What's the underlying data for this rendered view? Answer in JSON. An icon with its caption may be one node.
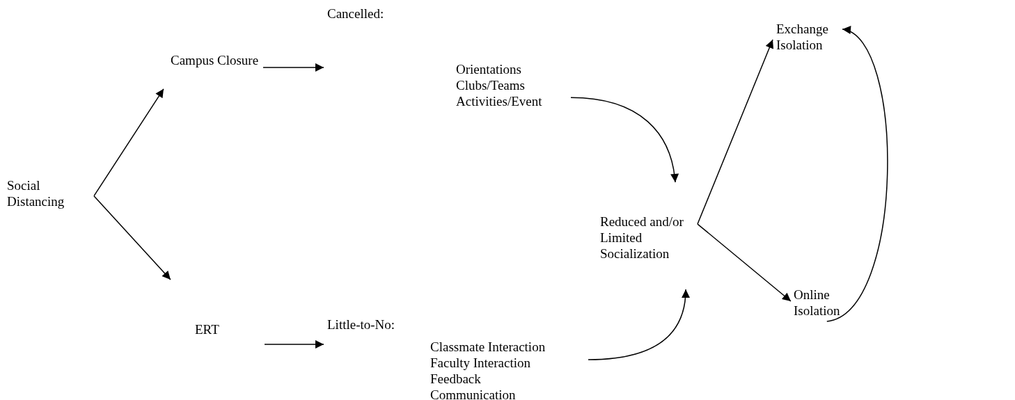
{
  "diagram": {
    "nodes": [
      {
        "text": [
          "Social Distancing"
        ]
      },
      {
        "text": [
          "Campus Closure"
        ]
      },
      {
        "text": [
          "ERT"
        ]
      },
      {
        "text": [
          "Cancelled:",
          "Orientations",
          "Clubs/Teams",
          "Activities/Event"
        ]
      },
      {
        "text": [
          "Little-to-No:",
          "Classmate Interaction",
          "Faculty Interaction",
          "Feedback",
          "Communication"
        ]
      },
      {
        "text": [
          "Reduced and/or Limited Socialization"
        ]
      },
      {
        "text": [
          "Exchange Isolation"
        ]
      },
      {
        "text": [
          "Online Isolation"
        ]
      }
    ],
    "edges": [
      {
        "from": 0,
        "to": 1,
        "arrow": "to"
      },
      {
        "from": 0,
        "to": 2,
        "arrow": "to"
      },
      {
        "from": 1,
        "to": 3,
        "arrow": "to"
      },
      {
        "from": 2,
        "to": 4,
        "arrow": "to"
      },
      {
        "from": 3,
        "to": 5,
        "arrow": "to"
      },
      {
        "from": 4,
        "to": 5,
        "arrow": "to"
      },
      {
        "from": 5,
        "to": 6,
        "arrow": "to"
      },
      {
        "from": 5,
        "to": 7,
        "arrow": "to"
      },
      {
        "from": 7,
        "to": 6,
        "arrow": "to"
      }
    ]
  }
}
